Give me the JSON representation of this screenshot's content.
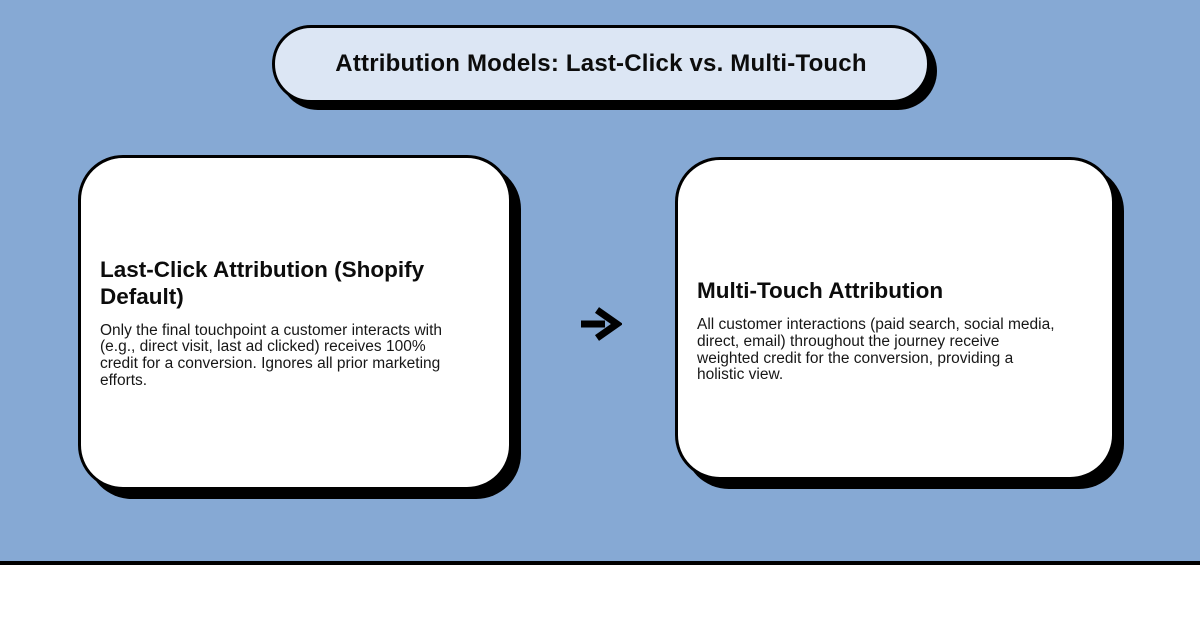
{
  "title": {
    "label": "Attribution Models: Last-Click vs. Multi-Touch"
  },
  "cards": [
    {
      "title": "Last-Click Attribution (Shopify\nDefault)",
      "body": "Only the final touchpoint a customer interacts with\n(e.g., direct visit, last ad clicked) receives 100%\ncredit for a conversion. Ignores all prior marketing\nefforts."
    },
    {
      "title": "Multi-Touch Attribution",
      "body": "All customer interactions (paid search, social media,\ndirect, email) throughout the journey receive\nweighted credit for the conversion, providing a\nholistic view."
    }
  ],
  "arrow": {
    "icon": "right-arrow"
  },
  "colors": {
    "background": "#86a9d4",
    "pill_fill": "#dce6f4",
    "card_fill": "#ffffff",
    "border": "#000000",
    "shadow": "#000000",
    "divider": "#000000",
    "title_text": "#0c0c0c",
    "body_text": "#171717"
  }
}
